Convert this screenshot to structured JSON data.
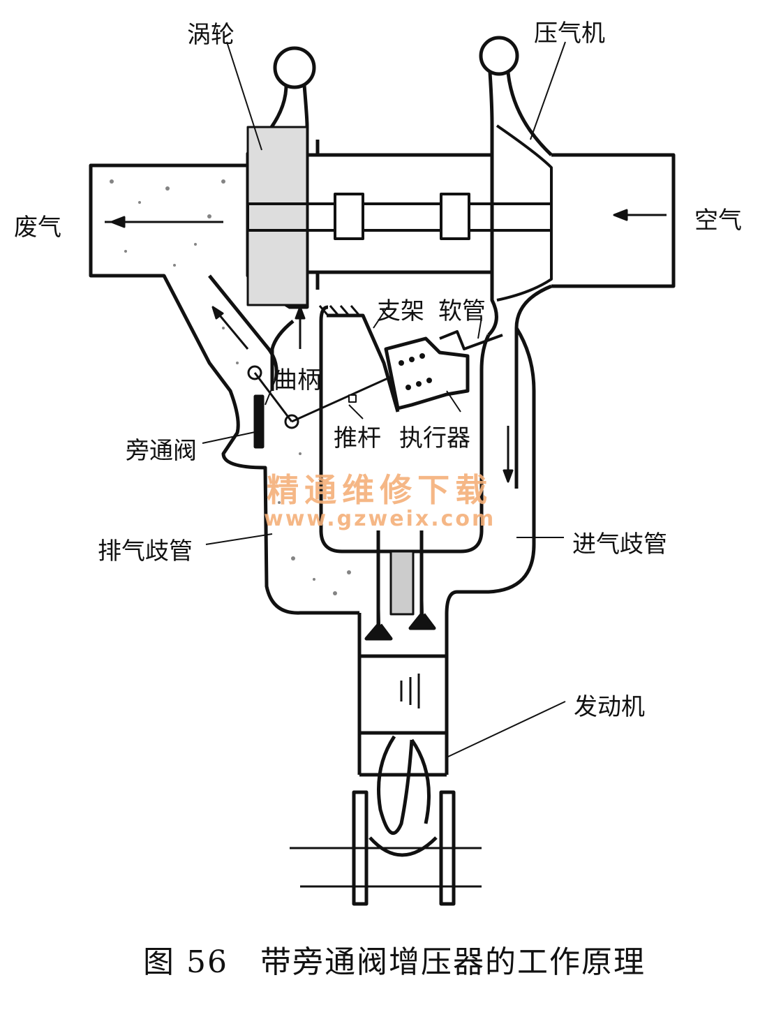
{
  "labels": {
    "turbine": "涡轮",
    "compressor": "压气机",
    "exhaust_gas": "废气",
    "air": "空气",
    "bracket": "支架",
    "hose": "软管",
    "crank": "曲柄",
    "bypass_valve": "旁通阀",
    "push_rod": "推杆",
    "actuator": "执行器",
    "exhaust_manifold": "排气歧管",
    "intake_manifold": "进气歧管",
    "engine": "发动机"
  },
  "caption": "图 56　带旁通阀增压器的工作原理",
  "watermark": {
    "line1": "精通维修下载",
    "line2": "www.gzweix.com"
  }
}
